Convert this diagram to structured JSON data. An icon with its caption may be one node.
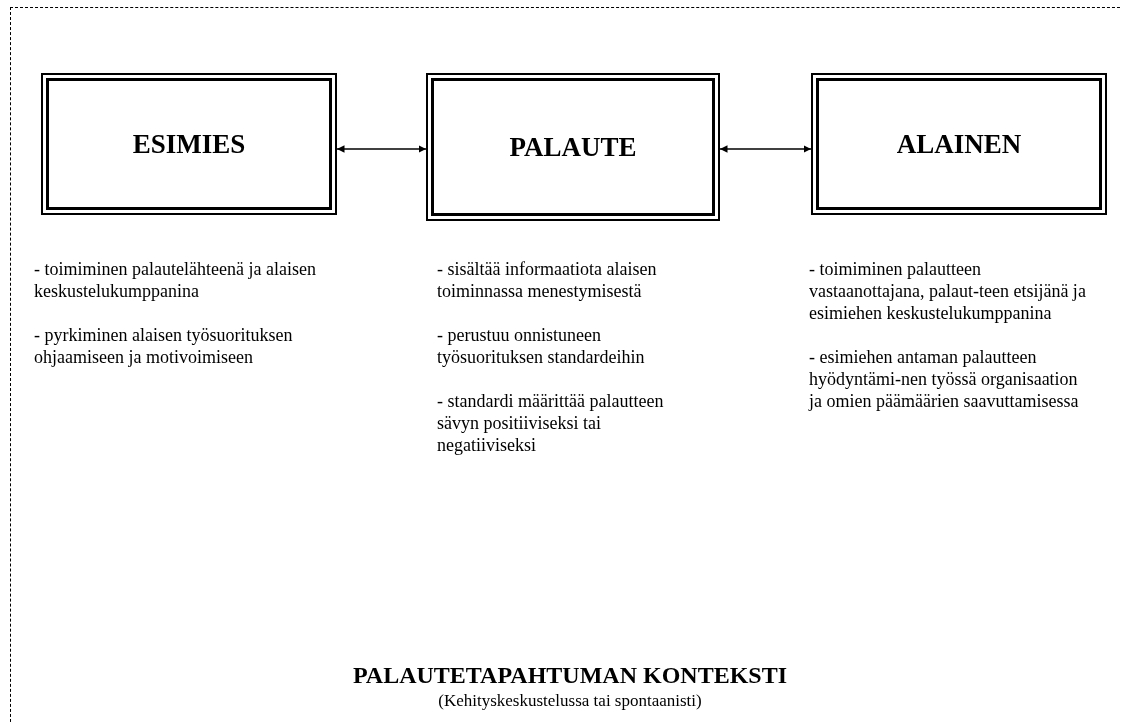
{
  "diagram": {
    "nodes": [
      {
        "text": [
          "PALAUTETAPAHTUMAN KONTEKSTI",
          "(Kehityskeskustelussa tai spontaanisti)"
        ]
      },
      {
        "text": [
          "ESIMIES"
        ],
        "in": 0,
        "beside": [
          "- toimiminen palautelähteenä ja alaisen keskustelukumppanina",
          "- pyrkiminen alaisen työsuorituksen ohjaamiseen ja motivoimiseen"
        ]
      },
      {
        "text": [
          "PALAUTE"
        ],
        "in": 0,
        "beside": [
          "- sisältää informaatiota alaisen toiminnassa menestymisestä",
          "- perustuu onnistuneen työsuorituksen standardeihin",
          "- standardi määrittää palautteen sävyn positiiviseksi tai negatiiviseksi"
        ]
      },
      {
        "text": [
          "ALAINEN"
        ],
        "in": 0,
        "beside": [
          "- toimiminen palautteen vastaanottajana, palaut-teen etsijänä ja esimiehen keskustelukumppanina",
          "- esimiehen antaman palautteen hyödyntämi-nen työssä organisaation ja omien päämäärien saavuttamisessa"
        ]
      }
    ],
    "edges": [
      {
        "from": 1,
        "to": 2,
        "arrow": "both"
      },
      {
        "from": 2,
        "to": 3,
        "arrow": "both"
      }
    ]
  }
}
